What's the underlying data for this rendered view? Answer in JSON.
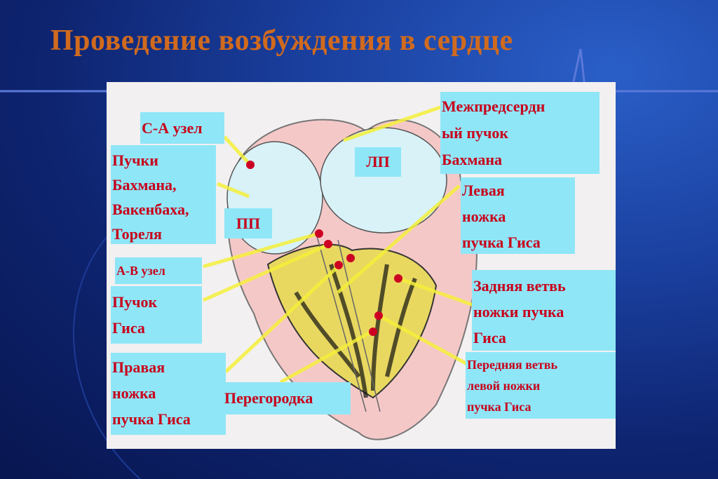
{
  "title": "Проведение возбуждения в сердце",
  "labels": {
    "sa_node": "С-А узел",
    "bachmann_bundles": [
      "Пучки",
      "Бахмана,",
      "Вакенбаха,",
      "Тореля"
    ],
    "right_atrium": "ПП",
    "left_atrium": "ЛП",
    "interatrial_bundle": [
      "Межпредсердн",
      "ый пучок",
      "Бахмана"
    ],
    "left_bundle_branch": [
      "Левая",
      "ножка",
      "пучка Гиса"
    ],
    "av_node": "А-В узел",
    "his_bundle": [
      "Пучок",
      "Гиса"
    ],
    "posterior_branch": [
      "Задняя ветвь",
      "ножки пучка",
      "Гиса"
    ],
    "anterior_branch": [
      "Передняя ветвь",
      "левой ножки",
      "пучка Гиса"
    ],
    "right_bundle_branch": [
      "Правая",
      "ножка",
      "пучка Гиса"
    ],
    "septum": "Перегородка"
  },
  "colors": {
    "title": "#d06a1e",
    "label_bg": "#8fe6f7",
    "label_text": "#c8001a",
    "pointer": "#f5f03a",
    "node": "#cc0022"
  }
}
